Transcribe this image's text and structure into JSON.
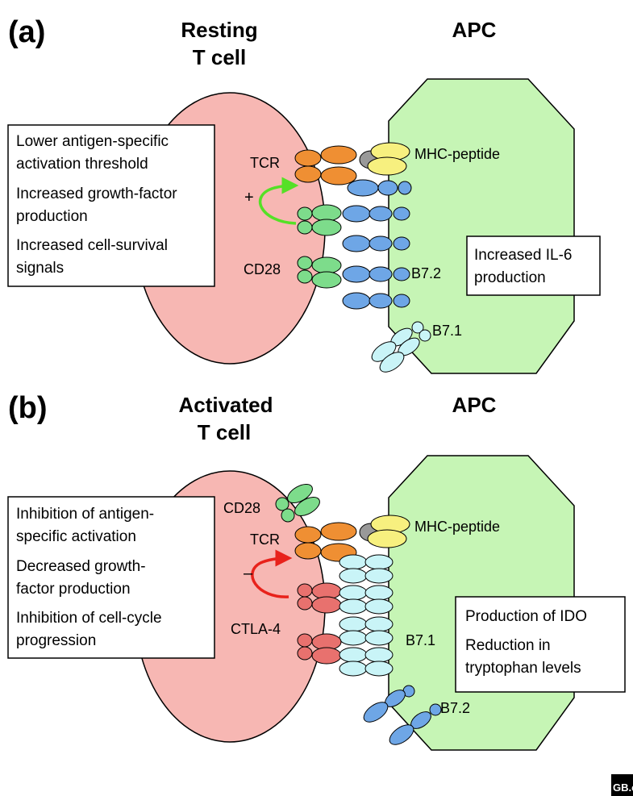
{
  "panel_a": {
    "letter": "(a)",
    "tcell_title": [
      "Resting",
      "T cell"
    ],
    "apc_title": "APC",
    "tcr": "TCR",
    "cd28": "CD28",
    "mhc": "MHC-peptide",
    "b72": "B7.2",
    "b71": "B7.1",
    "sign": "+",
    "tcell_effects": [
      "Lower antigen-specific",
      "activation threshold",
      "Increased growth-factor",
      "production",
      "Increased cell-survival",
      "signals"
    ],
    "apc_effects": [
      "Increased IL-6",
      "production"
    ]
  },
  "panel_b": {
    "letter": "(b)",
    "tcell_title": [
      "Activated",
      "T cell"
    ],
    "apc_title": "APC",
    "cd28": "CD28",
    "tcr": "TCR",
    "ctla4": "CTLA-4",
    "mhc": "MHC-peptide",
    "b71": "B7.1",
    "b72": "B7.2",
    "sign": "–",
    "tcell_effects": [
      "Inhibition of antigen-",
      "specific activation",
      "Decreased growth-",
      "factor production",
      "Inhibition of cell-cycle",
      "progression"
    ],
    "apc_effects": [
      "Production of IDO",
      "Reduction in",
      "tryptophan levels"
    ]
  },
  "colors": {
    "tcell": "#f7b7b3",
    "apc": "#c6f5b5",
    "tcr": "#ef8f33",
    "mhc": "#f7f07f",
    "cd28": "#7ddc8b",
    "b72": "#6ea6e6",
    "b71": "#c9f4f7",
    "ctla4": "#e8716e",
    "plus_arrow": "#55e026",
    "minus_arrow": "#e8221b"
  },
  "watermark": "GB.c"
}
